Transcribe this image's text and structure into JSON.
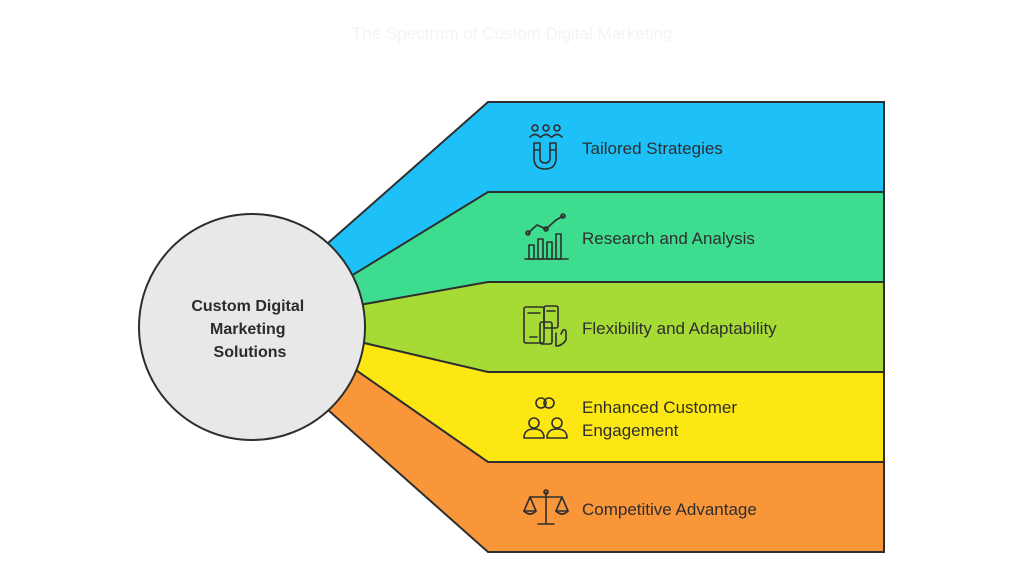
{
  "title": "The Spectrum of Custom Digital Marketing",
  "hub": {
    "lines": [
      "Custom Digital",
      "Marketing",
      "Solutions"
    ]
  },
  "bands": [
    {
      "lines": [
        "Tailored Strategies"
      ],
      "color": "#1ec1f7",
      "icon": "magnet-people-icon"
    },
    {
      "lines": [
        "Research and Analysis"
      ],
      "color": "#3ddc8e",
      "icon": "bar-chart-trend-icon"
    },
    {
      "lines": [
        "Flexibility and Adaptability"
      ],
      "color": "#a6db36",
      "icon": "devices-icon"
    },
    {
      "lines": [
        "Enhanced Customer",
        "Engagement"
      ],
      "color": "#fde713",
      "icon": "people-link-icon"
    },
    {
      "lines": [
        "Competitive Advantage"
      ],
      "color": "#f9963a",
      "icon": "balance-scale-icon"
    }
  ],
  "colors": {
    "hub_fill": "#e8e8e8",
    "outline": "#2e2e2e"
  }
}
